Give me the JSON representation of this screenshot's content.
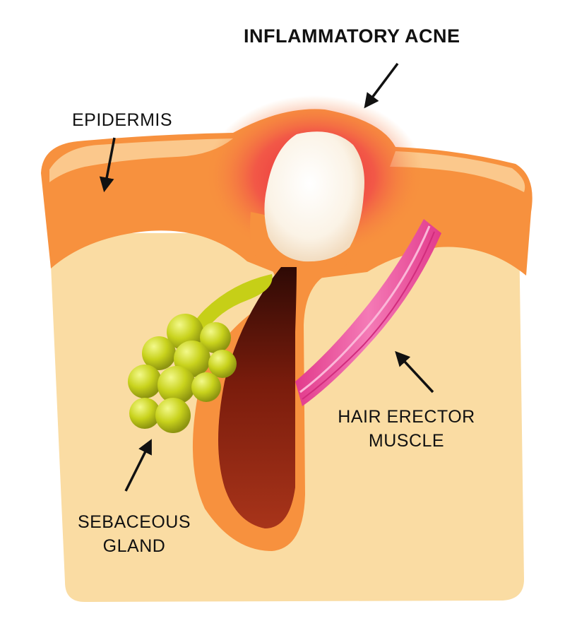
{
  "labels": {
    "inflammatory_acne": "INFLAMMATORY ACNE",
    "epidermis": "EPIDERMIS",
    "hair_erector_muscle": [
      "HAIR ERECTOR",
      "MUSCLE"
    ],
    "sebaceous_gland": [
      "SEBACEOUS",
      "GLAND"
    ]
  },
  "colors": {
    "background": "#ffffff",
    "dermis": "#fadca3",
    "epidermis": "#f7913e",
    "epidermis_highlight": "#fbd19a",
    "follicle_outer": "#f7913e",
    "hair_bulb": "#9a2a14",
    "hair_bulb_dark": "#3b0f07",
    "pus": "#fdfbf6",
    "inflammation": "#ee3b3b",
    "muscle": "#e94a97",
    "muscle_highlight": "#f9a8d0",
    "gland": "#b9c414",
    "gland_highlight": "#eef47a",
    "arrow": "#111111"
  }
}
